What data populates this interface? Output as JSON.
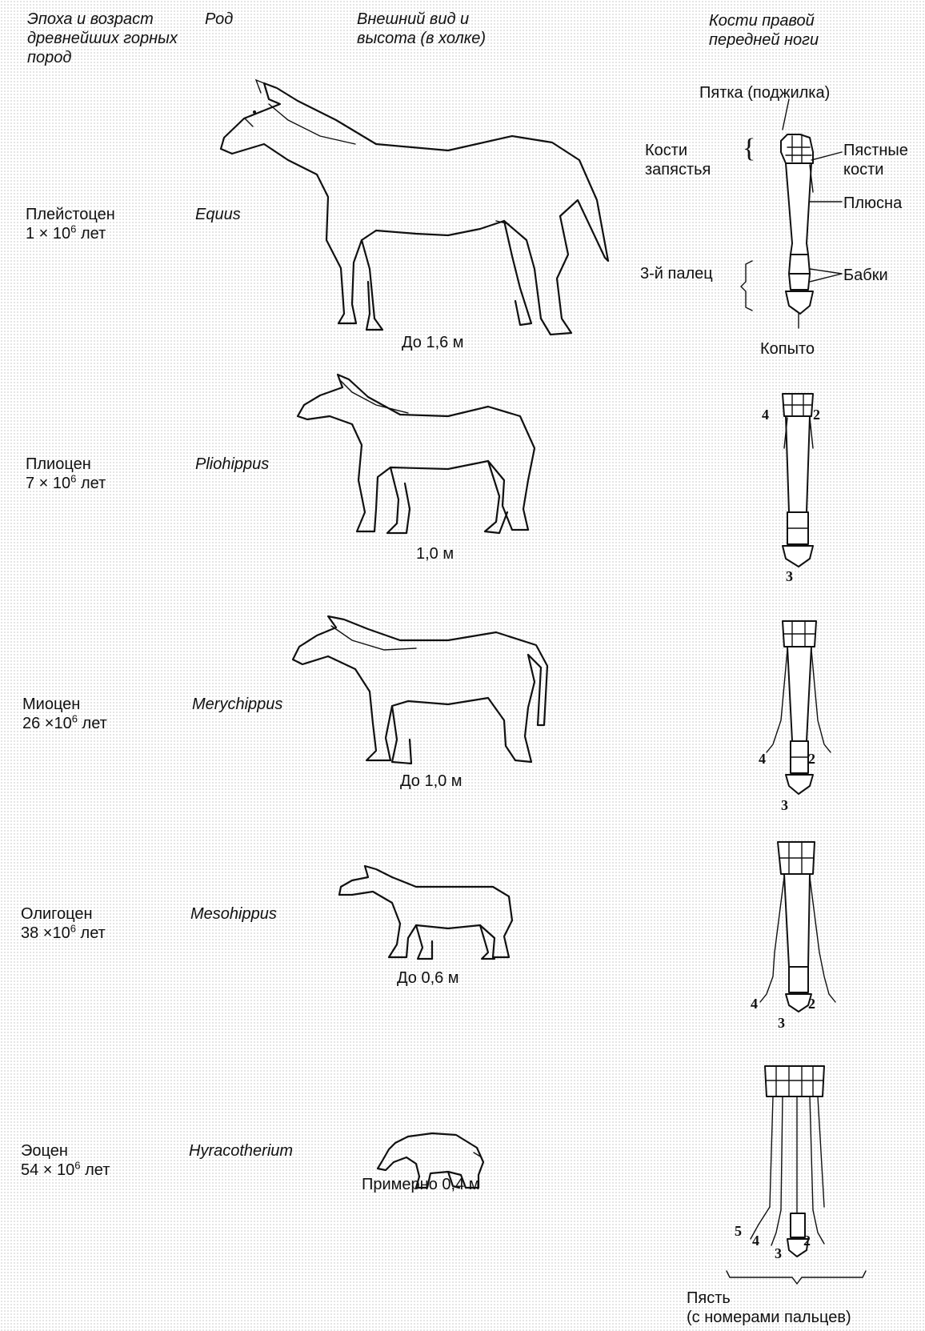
{
  "headers": {
    "epoch": "Эпоха и возраст древнейших горных пород",
    "genus": "Род",
    "appearance": "Внешний вид и высота (в холке)",
    "bones": "Кости правой передней ноги"
  },
  "rows": [
    {
      "epoch": "Плейстоцен",
      "age": "1 × 10",
      "age_exp": "6",
      "age_unit": " лет",
      "genus": "Equus",
      "height": "До 1,6 м"
    },
    {
      "epoch": "Плиоцен",
      "age": "7 × 10",
      "age_exp": "6",
      "age_unit": "  лет",
      "genus": "Pliohippus",
      "height": "1,0 м"
    },
    {
      "epoch": "Миоцен",
      "age": "26 ×10",
      "age_exp": "6",
      "age_unit": "  лет",
      "genus": "Merychippus",
      "height": "До 1,0 м"
    },
    {
      "epoch": "Олигоцен",
      "age": "38 ×10",
      "age_exp": "6",
      "age_unit": "  лет",
      "genus": "Mesohippus",
      "height": "До 0,6 м"
    },
    {
      "epoch": "Эоцен",
      "age": "54 × 10",
      "age_exp": "6",
      "age_unit": "  лет",
      "genus": "Hyracotherium",
      "height": "Примерно 0,4 м"
    }
  ],
  "bone_labels": {
    "heel": "Пятка (поджилка)",
    "carpals_l1": "Кости",
    "carpals_l2": "запястья",
    "metacarpals_l1": "Пястные",
    "metacarpals_l2": "кости",
    "metatarsus": "Плюсна",
    "third_finger": "3-й палец",
    "pasterns": "Бабки",
    "hoof": "Копыто",
    "hand_l1": "Пясть",
    "hand_l2": "(с номерами пальцев)"
  },
  "digit_numbers": {
    "pliohippus": [
      "4",
      "2",
      "3"
    ],
    "merychippus": [
      "4",
      "2",
      "3"
    ],
    "mesohippus": [
      "4",
      "2",
      "3"
    ],
    "hyracotherium": [
      "5",
      "4",
      "2",
      "3"
    ]
  }
}
